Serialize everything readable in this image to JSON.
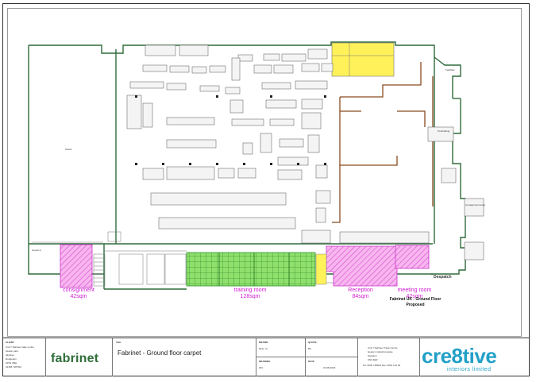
{
  "zones": {
    "consignment": {
      "name": "consignment",
      "area": "42sqm"
    },
    "training": {
      "name": "training room",
      "area": "128sqm"
    },
    "reception": {
      "name": "Reception",
      "area": "84sqm"
    },
    "meeting": {
      "name": "meeting room",
      "area": "42sqm"
    }
  },
  "plan": {
    "proposed_title": "Fabrinet UK - Ground Floor",
    "proposed_sub": "Proposed",
    "despatch": "Despatch",
    "stores": "Stores",
    "facilities": "Facilities",
    "toolmaking": "Toolmaking",
    "consignment_store": "Consignment store",
    "goods_in": "Goods in"
  },
  "title_block": {
    "client_label": "CLIENT",
    "client_lines": [
      "Unit 7 Danbee trade centre",
      "heaton park",
      "daybree",
      "Rodgedon",
      "SP01 2BH",
      "01395 728 844"
    ],
    "client_logo": "fabrinet",
    "title_label": "Title",
    "drawing_title": "Fabrinet - Ground floor carpet",
    "drawn_label": "DRAWN",
    "drawn_value": "Ryan no.",
    "quote_label": "QUOTE",
    "quote_value": "BA",
    "drawing_no_label": "DRAWING",
    "drawing_no_value": "001",
    "date_label": "DATE",
    "date_value": "23-08-2023",
    "company_address": [
      "Unit 7 Danbee Trade Centre",
      "Heaton industrial estate",
      "Swindon",
      "SN3 4ER"
    ],
    "company_contact": "Tel: 0845 738844  Fax: 0861 123 00",
    "company_logo": "cre8tive",
    "company_sub": "interiors limited"
  }
}
